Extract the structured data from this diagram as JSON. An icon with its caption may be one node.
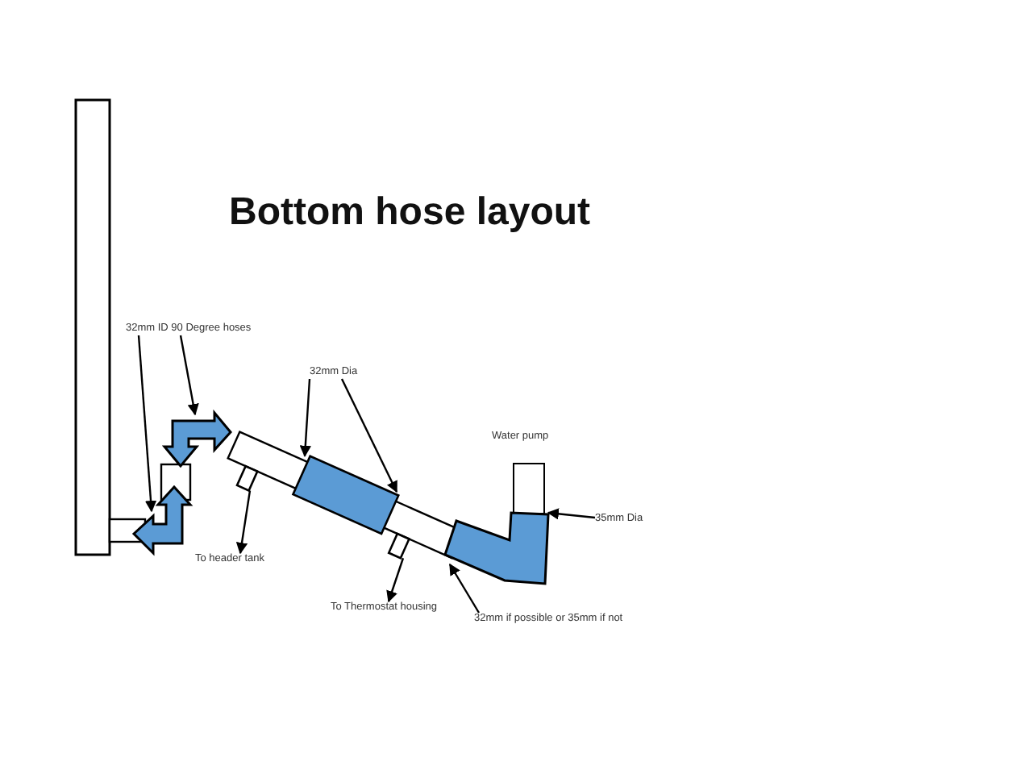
{
  "diagram": {
    "title": "Bottom hose layout",
    "nodes": [
      {
        "text": [
          "32mm ID 90 Degree hoses"
        ]
      },
      {
        "text": [],
        "shape": "elbow"
      },
      {
        "text": [],
        "shape": "elbow"
      },
      {
        "text": [
          "32mm Dia"
        ]
      },
      {
        "text": [],
        "shape": "box"
      },
      {
        "text": [
          "To header tank"
        ]
      },
      {
        "text": [],
        "shape": "box"
      },
      {
        "text": [
          "To Thermostat housing"
        ]
      },
      {
        "text": [],
        "shape": "box"
      },
      {
        "text": [
          "Water pump"
        ]
      },
      {
        "text": [
          "35mm Dia"
        ]
      },
      {
        "text": [],
        "shape": "elbow"
      },
      {
        "text": [
          "32mm if possible or 35mm if not"
        ]
      }
    ],
    "edges": [
      {
        "from": 0,
        "to": 1,
        "arrow": "to"
      },
      {
        "from": 0,
        "to": 2,
        "arrow": "to"
      },
      {
        "from": 3,
        "to": 4,
        "arrow": "to"
      },
      {
        "from": 3,
        "to": 4,
        "arrow": "to"
      },
      {
        "from": 6,
        "to": 5,
        "arrow": "to"
      },
      {
        "from": 8,
        "to": 7,
        "arrow": "to"
      },
      {
        "from": 10,
        "to": 11,
        "arrow": "to"
      },
      {
        "from": 12,
        "to": 11,
        "arrow": "to"
      }
    ]
  }
}
